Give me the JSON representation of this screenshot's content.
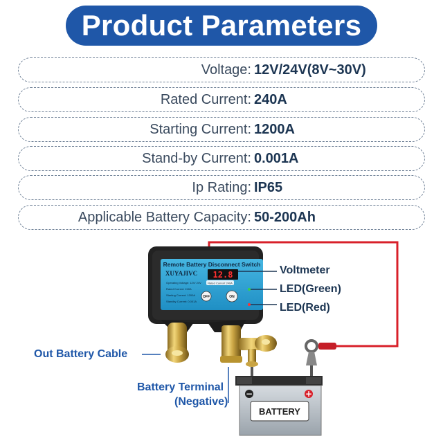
{
  "header": {
    "title": "Product Parameters"
  },
  "parameters": [
    {
      "label": "Voltage:",
      "value": "12V/24V(8V~30V)"
    },
    {
      "label": "Rated Current:",
      "value": "240A"
    },
    {
      "label": "Starting Current:",
      "value": "1200A"
    },
    {
      "label": "Stand-by Current:",
      "value": "0.001A"
    },
    {
      "label": "Ip Rating:",
      "value": "IP65"
    },
    {
      "label": "Applicable Battery Capacity:",
      "value": "50-200Ah"
    }
  ],
  "device": {
    "panel_title": "Remote Battery Disconnect Switch",
    "brand": "XUYAJIVC",
    "display_value": "12.8",
    "off_label": "OFF",
    "on_label": "ON",
    "specs": [
      "Operating Voltage: 12V/ 24V",
      "Rated Current:    240A",
      "Starting Current:  1200A",
      "Standby Current:  0.001A"
    ],
    "rated_badge": "Rated Current 240A"
  },
  "callouts": {
    "voltmeter": "Voltmeter",
    "led_green": "LED(Green)",
    "led_red": "LED(Red)",
    "out_cable": "Out Battery Cable",
    "terminal_line1": "Battery Terminal",
    "terminal_line2": "(Negative)"
  },
  "battery": {
    "label": "BATTERY",
    "minus": "−",
    "plus": "+"
  },
  "colors": {
    "title_bg": "#1f57a8",
    "red_wire": "#d8202a",
    "device_body": "#222222",
    "panel": "#2fa8d8"
  }
}
